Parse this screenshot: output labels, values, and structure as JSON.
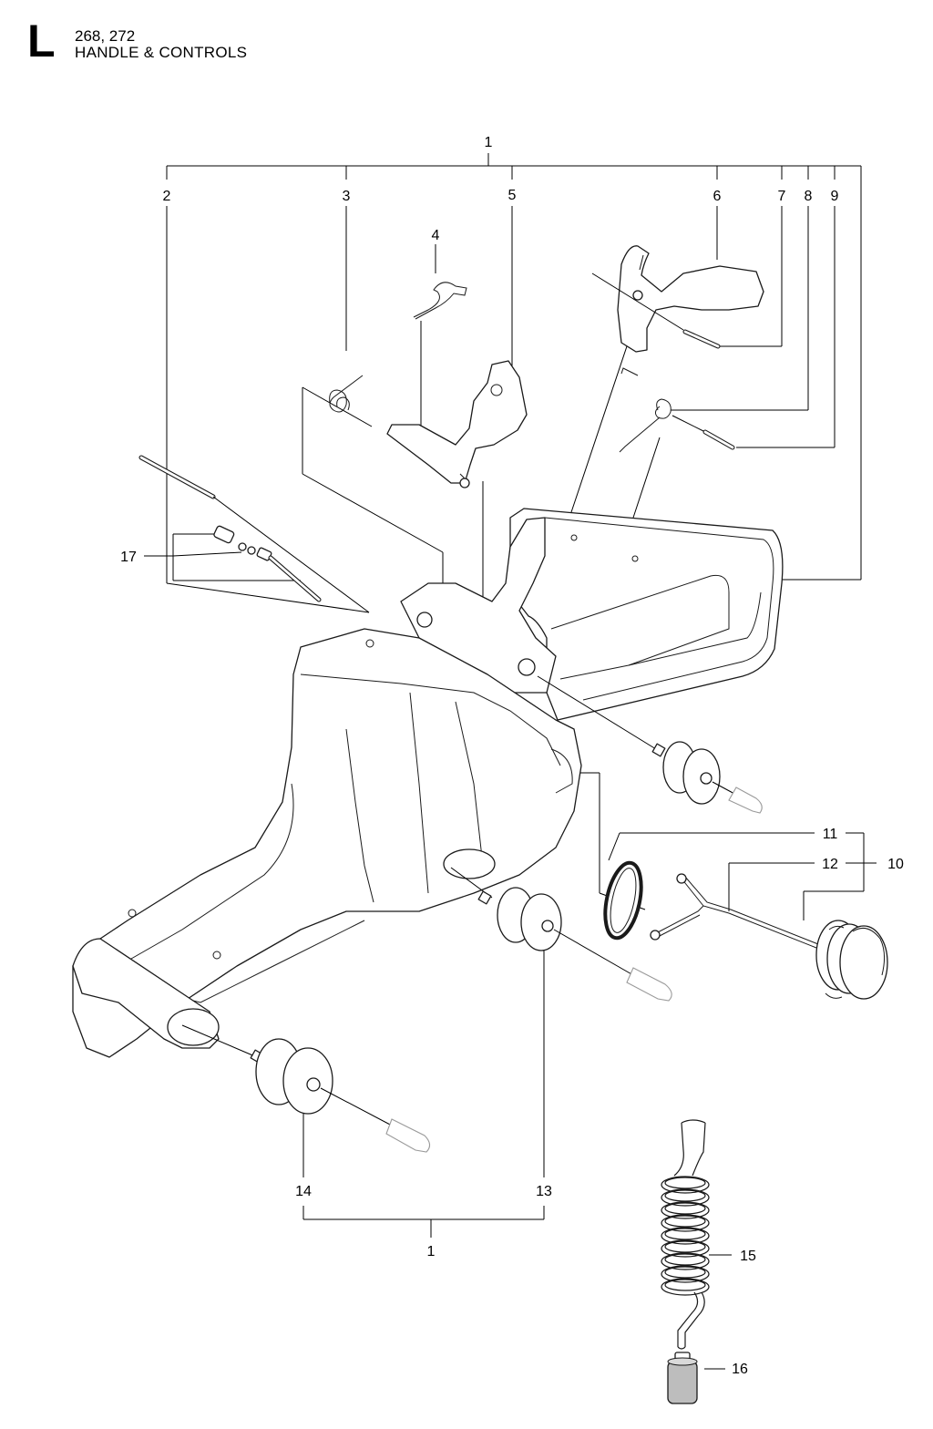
{
  "header": {
    "section_letter": "L",
    "models": "268, 272",
    "title": "HANDLE & CONTROLS"
  },
  "callouts": {
    "c1_top": "1",
    "c2": "2",
    "c3": "3",
    "c4": "4",
    "c5": "5",
    "c6": "6",
    "c7": "7",
    "c8": "8",
    "c9": "9",
    "c10": "10",
    "c11": "11",
    "c12": "12",
    "c13": "13",
    "c14": "14",
    "c15": "15",
    "c16": "16",
    "c17": "17",
    "c1_bottom": "1"
  }
}
